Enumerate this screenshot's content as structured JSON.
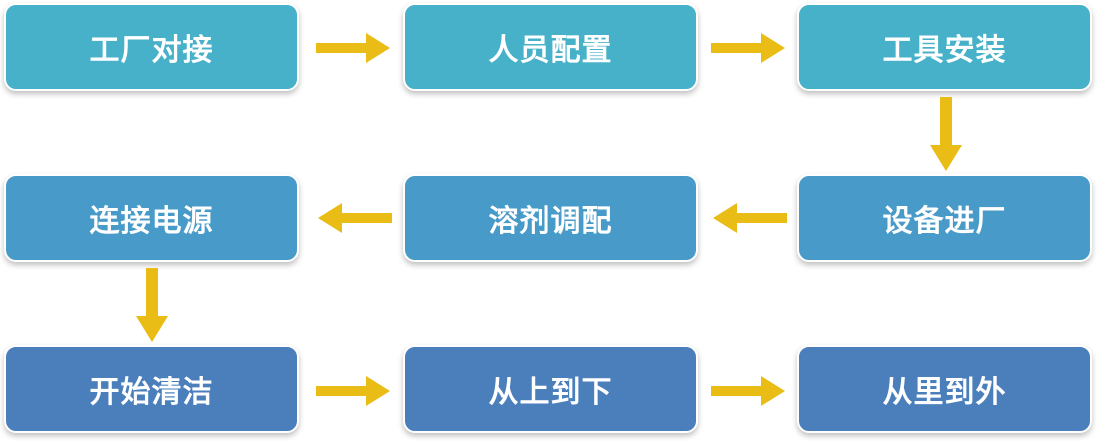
{
  "colors": {
    "row1_fill": "#48b1ca",
    "row2_fill": "#489bc9",
    "row3_fill": "#4a7fbc",
    "arrow": "#e9bc16"
  },
  "steps": [
    {
      "label": "工厂对接"
    },
    {
      "label": "人员配置"
    },
    {
      "label": "工具安装"
    },
    {
      "label": "设备进厂"
    },
    {
      "label": "溶剂调配"
    },
    {
      "label": "连接电源"
    },
    {
      "label": "开始清洁"
    },
    {
      "label": "从上到下"
    },
    {
      "label": "从里到外"
    }
  ]
}
